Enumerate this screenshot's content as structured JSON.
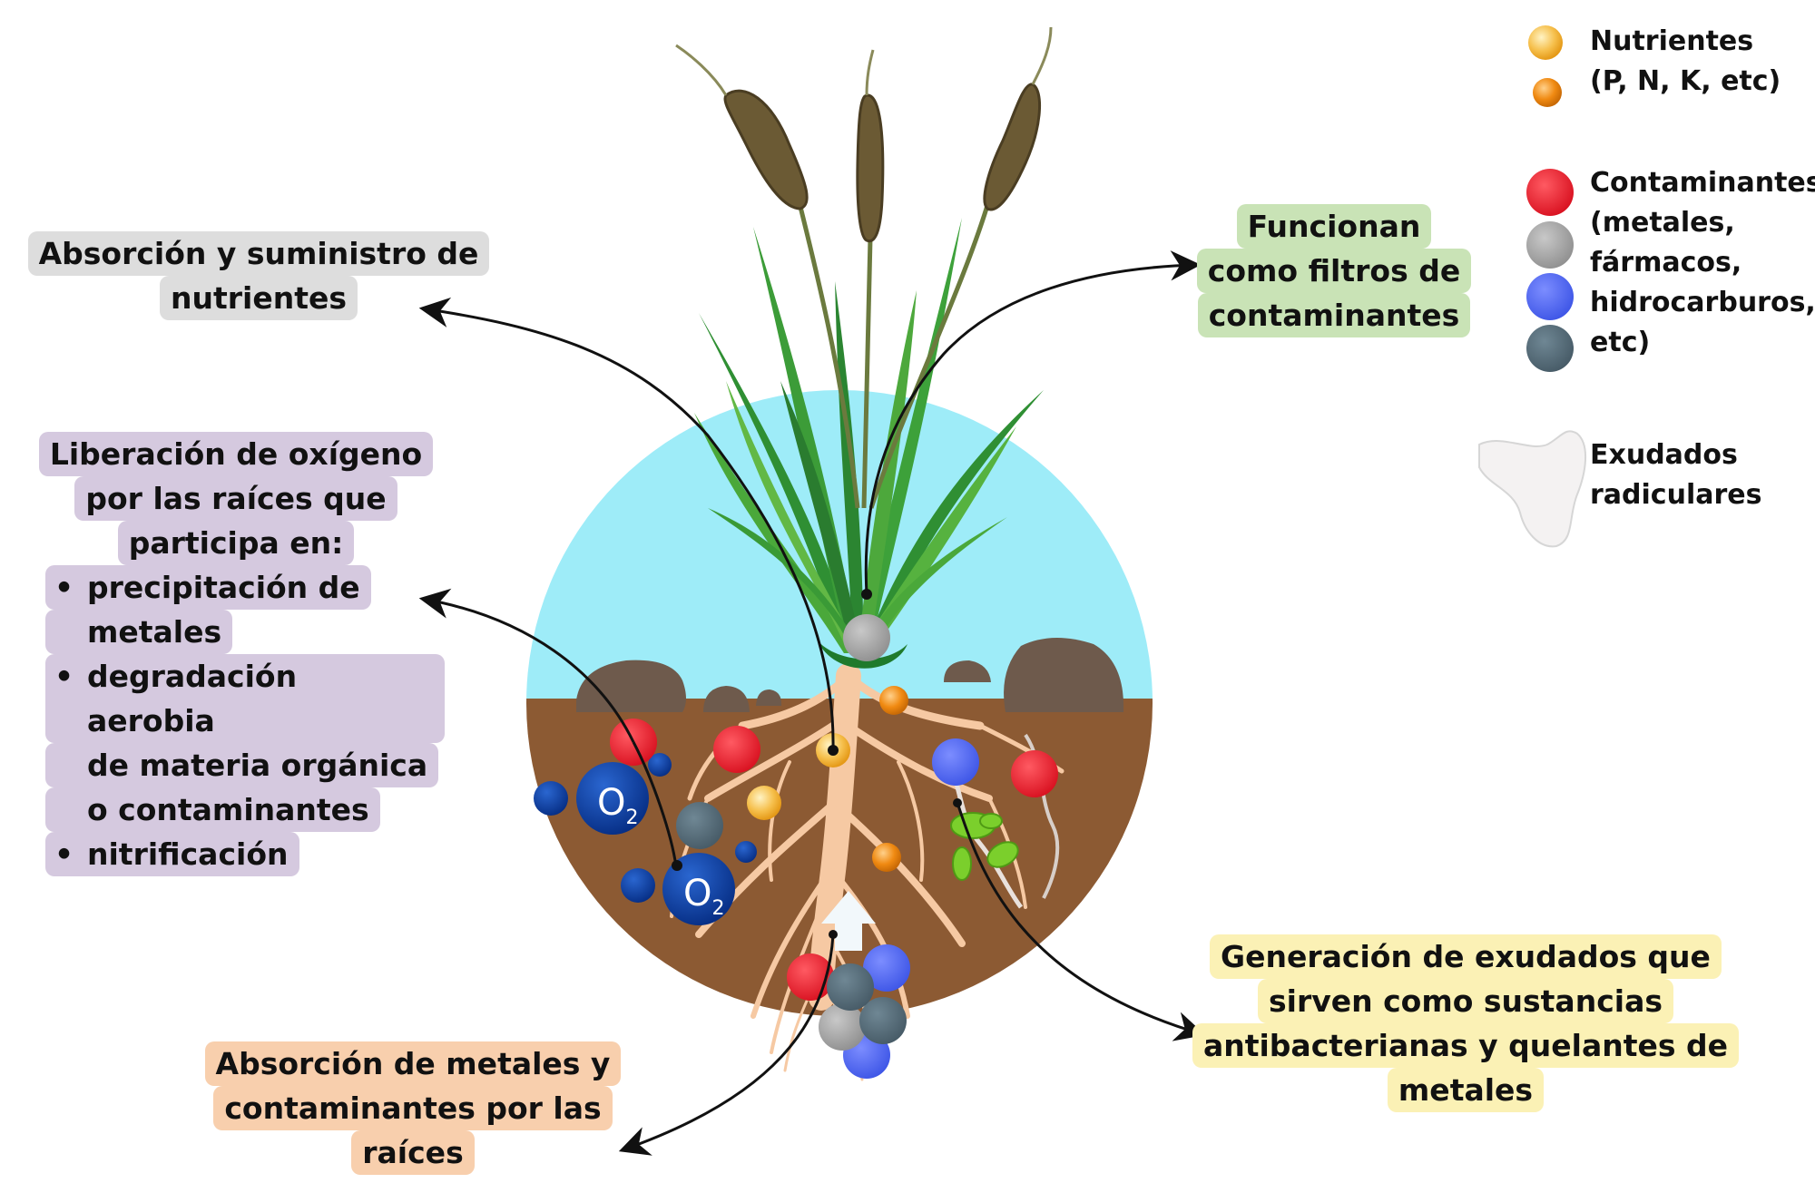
{
  "labels": {
    "nutrients_uptake": [
      "Absorción y suministro de",
      "nutrientes"
    ],
    "filters": [
      "Funcionan",
      "como filtros de",
      "contaminantes"
    ],
    "oxygen": {
      "intro": [
        "Liberación de oxígeno",
        "por las raíces que",
        "participa en:"
      ],
      "bullets": [
        [
          "precipitación de",
          "metales"
        ],
        [
          "degradación aerobia",
          "de materia orgánica",
          "o contaminantes"
        ],
        [
          "nitrificación"
        ]
      ]
    },
    "metal_uptake": [
      "Absorción de metales y",
      "contaminantes por las",
      "raíces"
    ],
    "exudates": [
      "Generación de exudados que",
      "sirven como sustancias",
      "antibacterianas y quelantes de",
      "metales"
    ]
  },
  "legend": {
    "nutrients": [
      "Nutrientes",
      "(P, N, K, etc)"
    ],
    "contaminants": [
      "Contaminantes",
      "(metales,",
      "fármacos,",
      "hidrocarburos,",
      "etc)"
    ],
    "exudates": [
      "Exudados",
      "radiculares"
    ]
  },
  "diagram": {
    "oxygen_symbol": "O",
    "oxygen_subscript": "2"
  },
  "colors": {
    "nutrients_box": "#dddddd",
    "filters_box": "#c9e3b6",
    "oxygen_box": "#d5c9df",
    "metal_box": "#f8cfad",
    "exudates_box": "#fbf1b5",
    "sky": "#9eecf8",
    "soil": "#8c5a33",
    "root": "#f6c9a3",
    "contaminant_red": "#e51d2c",
    "contaminant_gray": "#a6a6a6",
    "contaminant_blue": "#4f67f0",
    "contaminant_slate": "#546b78",
    "nutrient_light": "#f6c04d",
    "nutrient_orange": "#f08a12",
    "oxygen_bubble": "#0b44a8"
  }
}
